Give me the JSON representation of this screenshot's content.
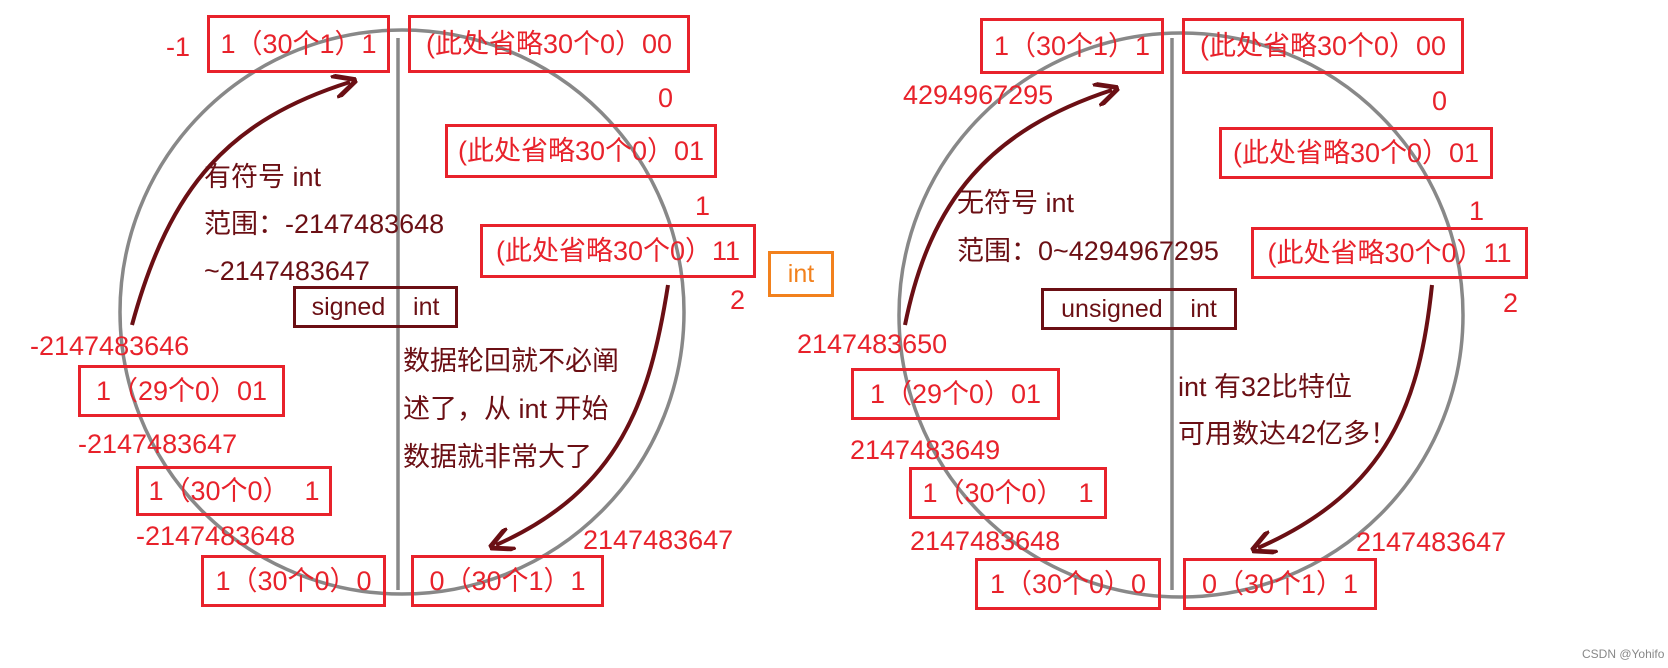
{
  "colors": {
    "red": "#e8222b",
    "dark_red": "#6b0f14",
    "orange": "#f2811d",
    "circle_gray": "#888888"
  },
  "center_label": "int",
  "signed": {
    "title": "有符号 int",
    "range_line1": "范围：-2147483648",
    "range_line2": "~2147483647",
    "tag": "signed    int",
    "note_lines": [
      "数据轮回就不必阐",
      "述了，从 int 开始",
      "数据就非常大了"
    ],
    "boxes": {
      "top_left": "1（30个1）1",
      "top_right": "(此处省略30个0）00",
      "right_1": "(此处省略30个0）01",
      "right_2": "(此处省略30个0）11",
      "left_1": "1（29个0）01",
      "left_2": "1（30个0）  1",
      "bottom_left": "1（30个0）0",
      "bottom_right": "0（30个1）1"
    },
    "values": {
      "top_left": "-1",
      "top_right": "0",
      "right_1": "1",
      "right_2": "2",
      "left_1": "-2147483646",
      "left_2": "-2147483647",
      "bottom_left": "-2147483648",
      "bottom_right": "2147483647"
    }
  },
  "unsigned": {
    "title": "无符号 int",
    "range_line1": "范围：0~4294967295",
    "tag": "unsigned    int",
    "note_lines": [
      "int 有32比特位",
      "可用数达42亿多！"
    ],
    "boxes": {
      "top_left": "1（30个1）1",
      "top_right": "(此处省略30个0）00",
      "right_1": "(此处省略30个0）01",
      "right_2": "(此处省略30个0）11",
      "left_1": "1（29个0）01",
      "left_2": "1（30个0）  1",
      "bottom_left": "1（30个0）0",
      "bottom_right": "0（30个1）1"
    },
    "values": {
      "top_left": "4294967295",
      "top_right": "0",
      "right_1": "1",
      "right_2": "2",
      "left_1": "2147483650",
      "left_2": "2147483649",
      "bottom_left": "2147483648",
      "bottom_right": "2147483647"
    }
  },
  "credit": "CSDN @Yohifo"
}
